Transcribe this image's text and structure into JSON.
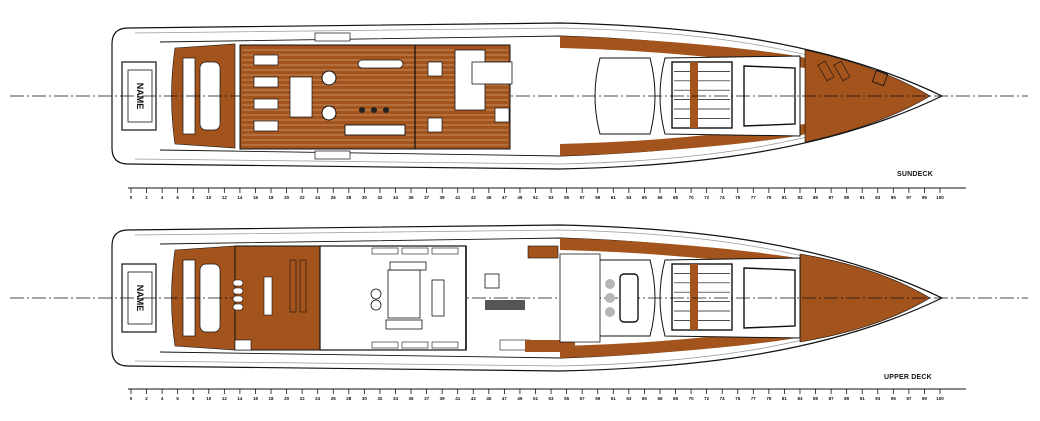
{
  "colors": {
    "teak": "#a3531c",
    "line": "#111111",
    "hull_grey": "#9a9a9a",
    "seat_grey": "#b5b5b5"
  },
  "decks": [
    {
      "id": "sundeck",
      "label": "SUNDECK",
      "name_plate": "NAME"
    },
    {
      "id": "upper-deck",
      "label": "UPPER DECK",
      "name_plate": "NAME"
    }
  ],
  "ruler_labels": [
    "0",
    "2",
    "4",
    "6",
    "8",
    "10",
    "12",
    "14",
    "16",
    "18",
    "20",
    "22",
    "24",
    "26",
    "28",
    "30",
    "32",
    "34",
    "36",
    "37",
    "39",
    "41",
    "43",
    "45",
    "47",
    "49",
    "51",
    "53",
    "55",
    "57",
    "59",
    "61",
    "63",
    "65",
    "66",
    "68",
    "70",
    "72",
    "74",
    "75",
    "77",
    "79",
    "81",
    "83",
    "85",
    "87",
    "89",
    "91",
    "93",
    "95",
    "97",
    "99",
    "100"
  ]
}
